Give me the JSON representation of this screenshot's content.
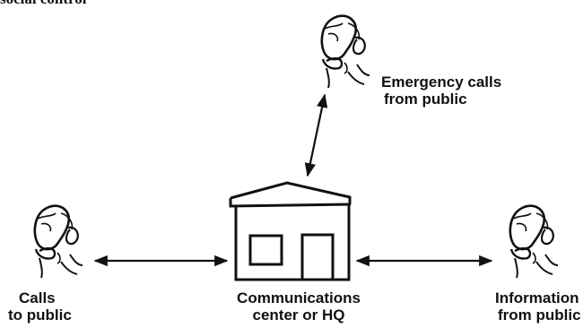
{
  "cropped_header_text": "social control",
  "labels": {
    "emergency_line1": "Emergency calls",
    "emergency_line2": "from public",
    "calls_line1": "Calls",
    "calls_line2": "to public",
    "hq_line1": "Communications",
    "hq_line2": "center or HQ",
    "info_line1": "Information",
    "info_line2": "from public"
  },
  "icons": {
    "person": "person-on-phone-icon",
    "building": "building-icon"
  },
  "colors": {
    "ink": "#111111",
    "background": "#ffffff"
  }
}
